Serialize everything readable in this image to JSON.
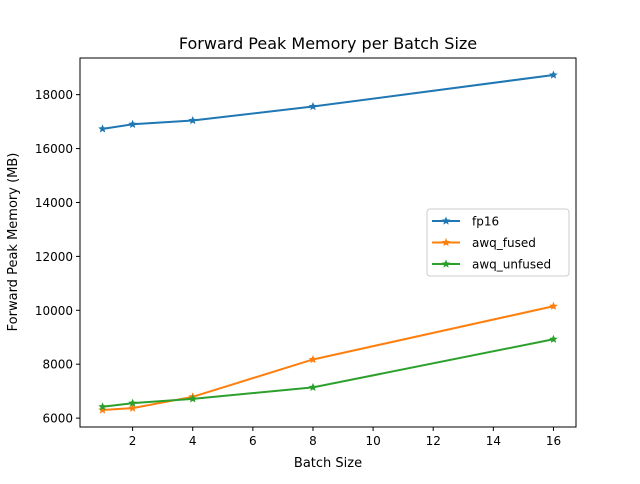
{
  "chart_data": {
    "type": "line",
    "title": "Forward Peak Memory per Batch Size",
    "xlabel": "Batch Size",
    "ylabel": "Forward Peak Memory (MB)",
    "x": [
      1,
      2,
      4,
      8,
      16
    ],
    "xlim": [
      0.25,
      16.75
    ],
    "ylim": [
      5670,
      19360
    ],
    "xticks": [
      2,
      4,
      6,
      8,
      10,
      12,
      14,
      16
    ],
    "yticks": [
      6000,
      8000,
      10000,
      12000,
      14000,
      16000,
      18000
    ],
    "grid": false,
    "legend_position": "center-right",
    "marker": "star",
    "series": [
      {
        "name": "fp16",
        "color": "#1f77b4",
        "values": [
          16730,
          16900,
          17040,
          17560,
          18730
        ]
      },
      {
        "name": "awq_fused",
        "color": "#ff7f0e",
        "values": [
          6300,
          6370,
          6790,
          8175,
          10150
        ]
      },
      {
        "name": "awq_unfused",
        "color": "#2ca02c",
        "values": [
          6420,
          6555,
          6715,
          7140,
          8925
        ]
      }
    ]
  }
}
